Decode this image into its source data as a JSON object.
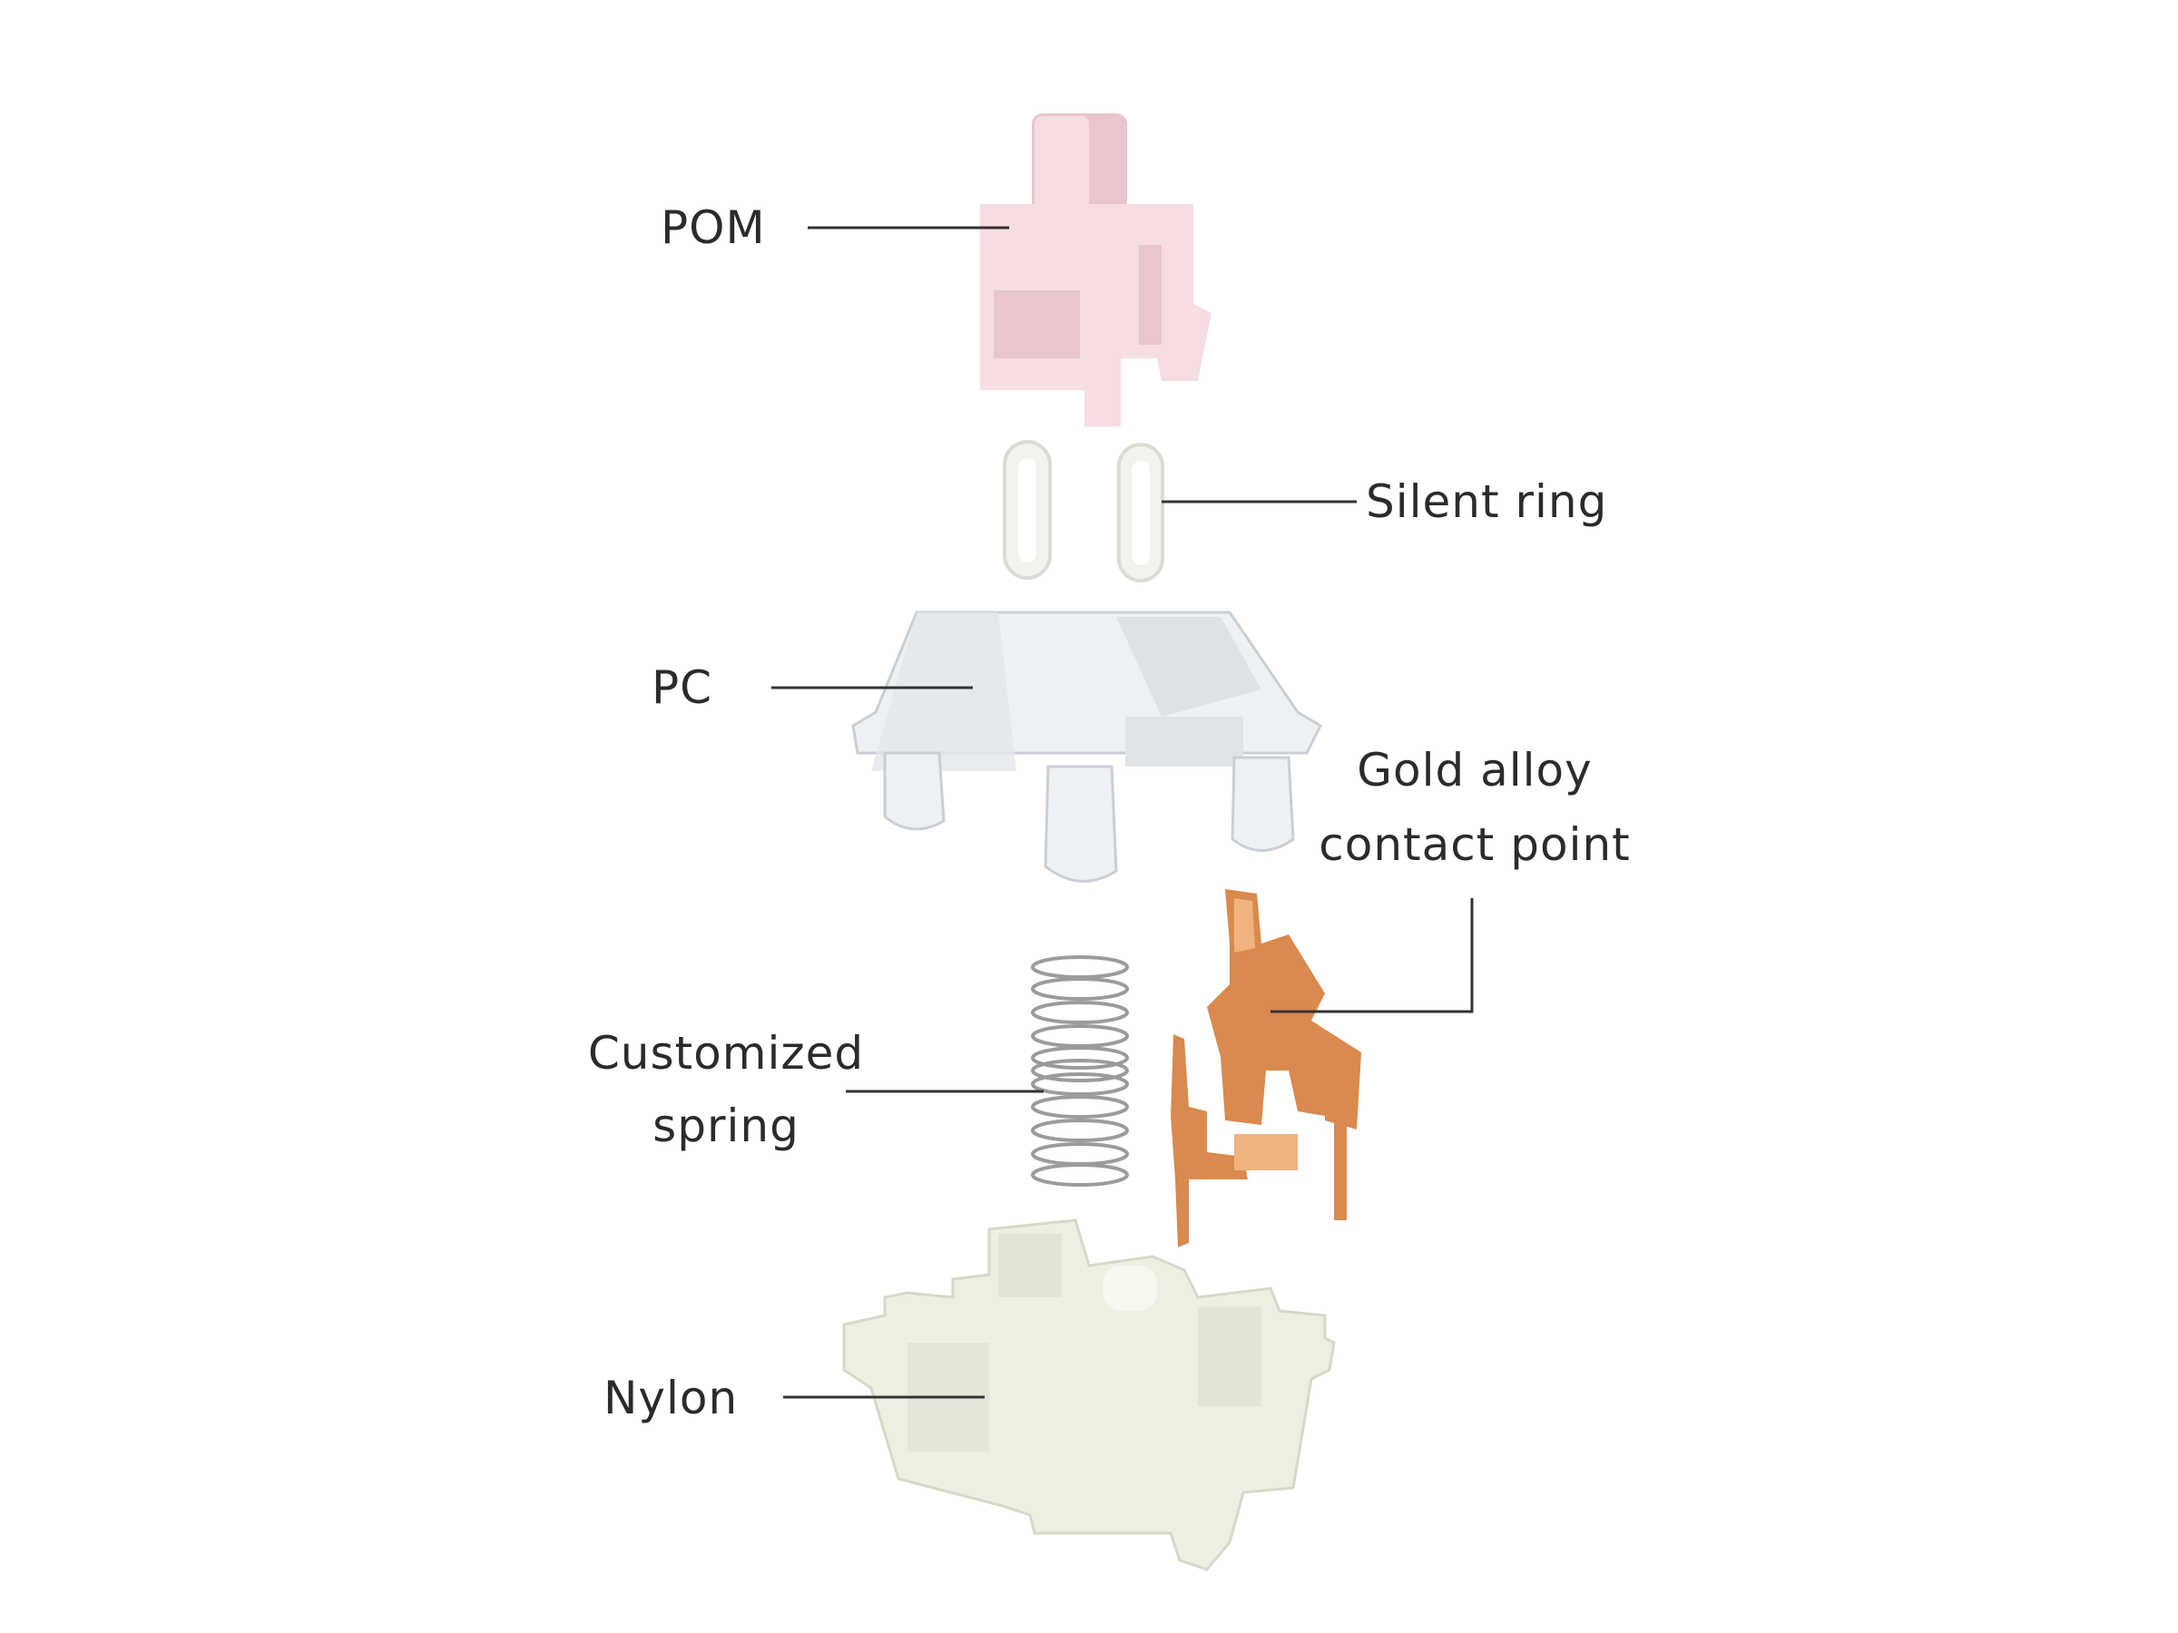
{
  "labels": {
    "pom": "POM",
    "silent_ring": "Silent ring",
    "pc": "PC",
    "gold_line1": "Gold alloy",
    "gold_line2": "contact point",
    "spring_line1": "Customized",
    "spring_line2": "spring",
    "nylon": "Nylon"
  },
  "colors": {
    "stem": "#f5dde1",
    "stem_shade": "#e8c6cc",
    "ring": "#f3f2ee",
    "top_housing": "#eef1f3",
    "spring": "#9b9b9b",
    "contact": "#d98a4e",
    "contact_light": "#f0b27f",
    "bottom_housing": "#eeeee2",
    "leader": "#333333"
  }
}
